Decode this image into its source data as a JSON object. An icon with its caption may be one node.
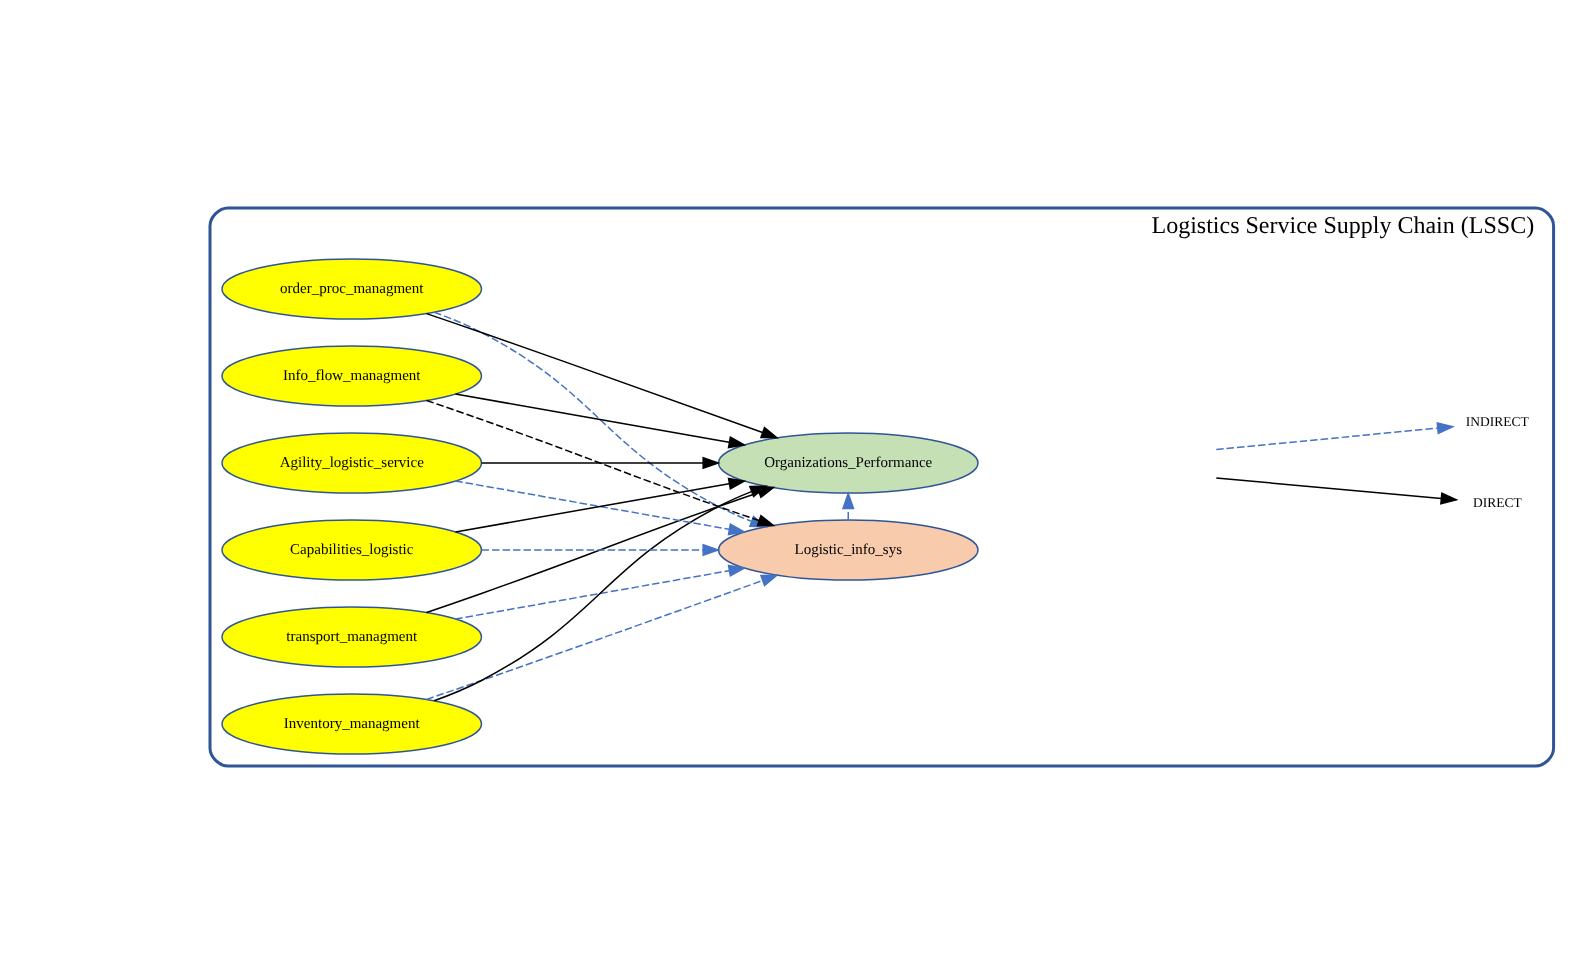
{
  "diagram": {
    "nodes": [
      {
        "text": [
          "Logistics Service Supply Chain (LSSC)"
        ]
      },
      {
        "text": [
          "transport_managment"
        ],
        "in": 0
      },
      {
        "text": [
          "Inventory_managment"
        ],
        "in": 0
      },
      {
        "text": [
          "order_proc_managment"
        ],
        "in": 0
      },
      {
        "text": [
          "Info_flow_managment"
        ],
        "in": 0
      },
      {
        "text": [
          "Agility_logistic_service"
        ],
        "in": 0
      },
      {
        "text": [
          "Capabilities_logistic"
        ],
        "in": 0
      },
      {
        "text": [
          "Logistic_info_sys"
        ],
        "in": 0
      },
      {
        "text": [
          "Organizations_Performance"
        ],
        "in": 0
      }
    ],
    "edges": [
      {
        "from": 1,
        "to": 7,
        "arrow": "to",
        "style": "dashed",
        "color": "#4472c4"
      },
      {
        "from": 1,
        "to": 8,
        "arrow": "to"
      },
      {
        "from": 2,
        "to": 7,
        "arrow": "to",
        "style": "dashed",
        "color": "#4472c4"
      },
      {
        "from": 2,
        "to": 8,
        "arrow": "to"
      },
      {
        "from": 3,
        "to": 7,
        "arrow": "to",
        "style": "dashed",
        "color": "#4472c4"
      },
      {
        "from": 3,
        "to": 8,
        "arrow": "to"
      },
      {
        "from": 4,
        "to": 7,
        "arrow": "to",
        "style": "dashed"
      },
      {
        "from": 4,
        "to": 8,
        "arrow": "to"
      },
      {
        "from": 5,
        "to": 7,
        "arrow": "to",
        "style": "dashed",
        "color": "#4472c4"
      },
      {
        "from": 5,
        "to": 8,
        "arrow": "to"
      },
      {
        "from": 6,
        "to": 7,
        "arrow": "to",
        "style": "dashed",
        "color": "#4472c4"
      },
      {
        "from": 6,
        "to": 8,
        "arrow": "to"
      },
      {
        "from": 7,
        "to": 8,
        "arrow": "to",
        "style": "dashed",
        "color": "#4472c4"
      }
    ],
    "legend": [
      {
        "text": "INDIRECT"
      },
      {
        "text": "DIRECT"
      }
    ]
  }
}
